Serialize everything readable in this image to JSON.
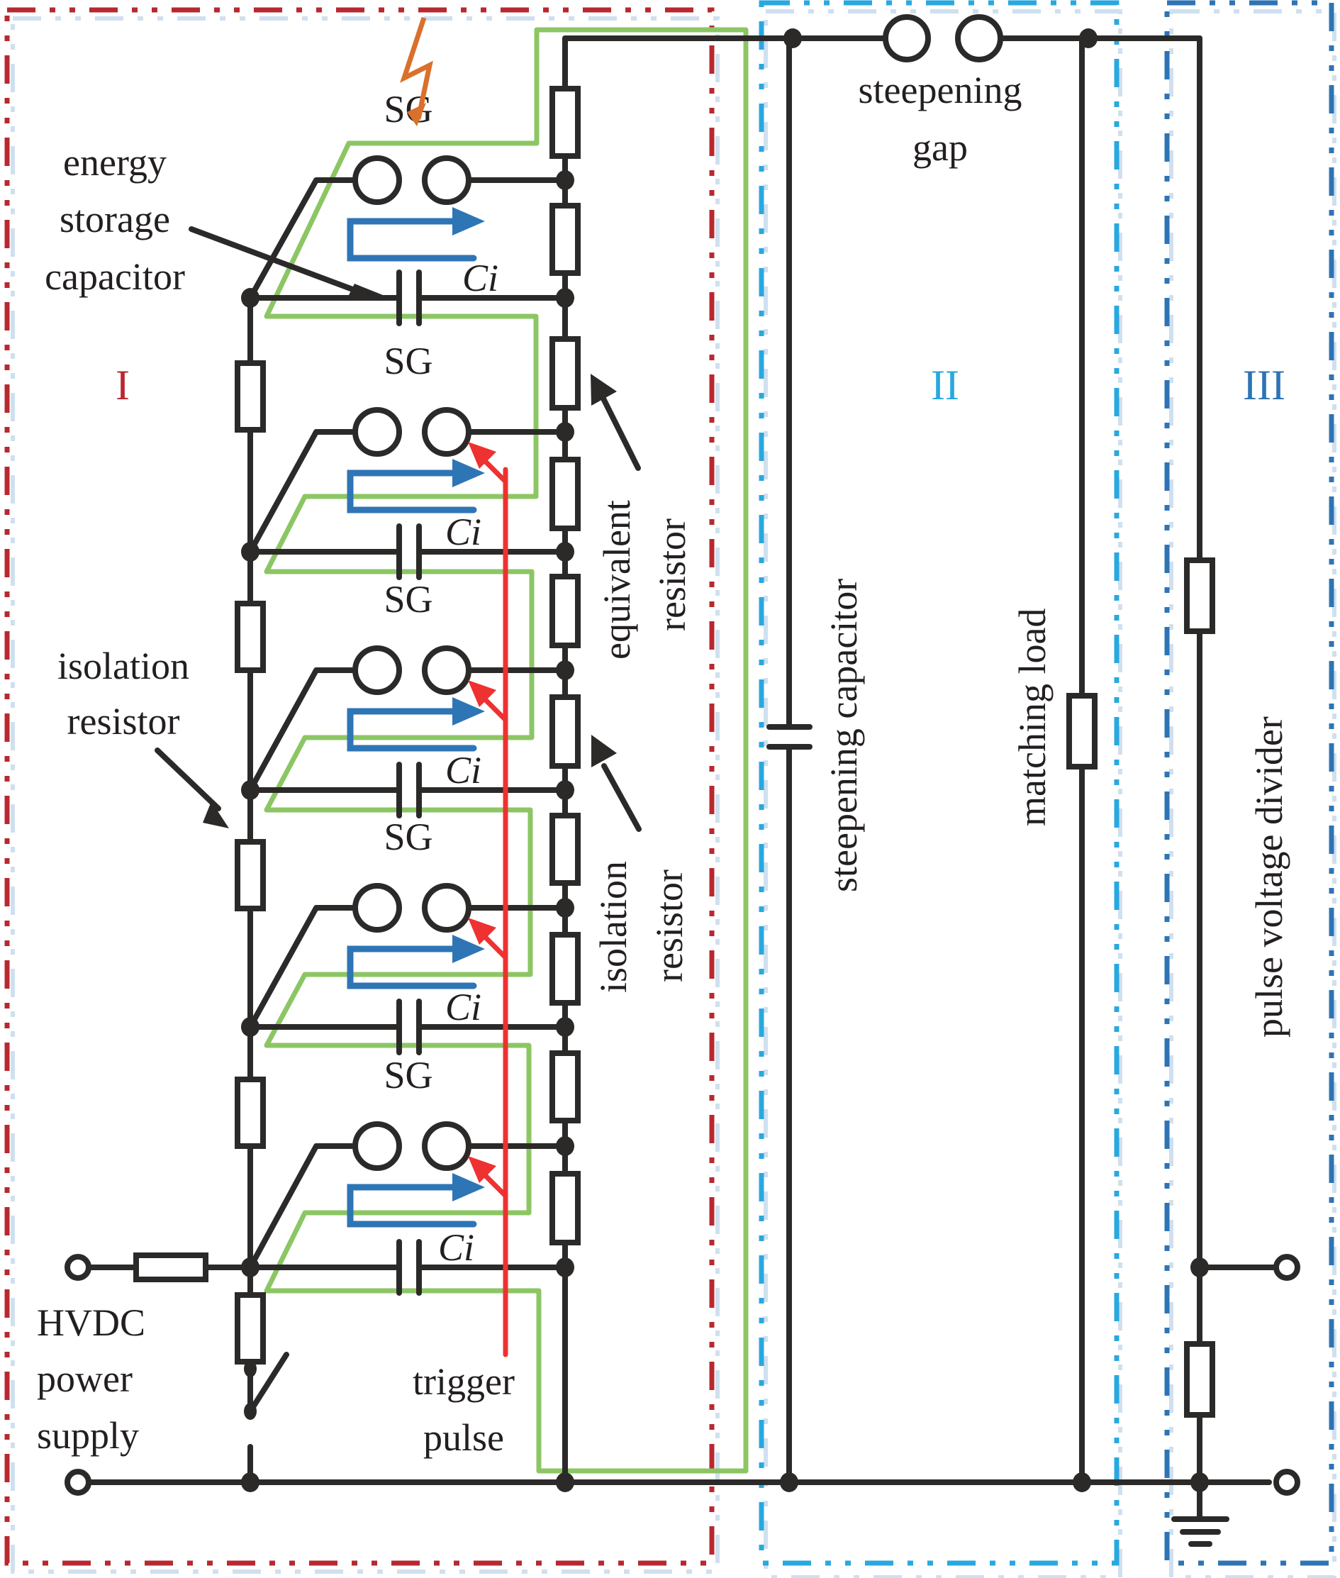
{
  "figure": {
    "title": "Marx generator circuit with steepening gap, matching load and pulse voltage divider",
    "regions": [
      {
        "id": "I",
        "label": "I",
        "color": "#b8282f"
      },
      {
        "id": "II",
        "label": "II",
        "color": "#29a8e0"
      },
      {
        "id": "III",
        "label": "III",
        "color": "#2e74b5"
      }
    ],
    "stage_count": 5,
    "stages": [
      {
        "gap_label": "SG",
        "cap_label": "Ci",
        "trigger": false
      },
      {
        "gap_label": "SG",
        "cap_label": "Ci",
        "trigger": true
      },
      {
        "gap_label": "SG",
        "cap_label": "Ci",
        "trigger": true
      },
      {
        "gap_label": "SG",
        "cap_label": "Ci",
        "trigger": true
      },
      {
        "gap_label": "SG",
        "cap_label": "Ci",
        "trigger": true
      }
    ],
    "labels": {
      "energy_storage_capacitor": [
        "energy",
        "storage",
        "capacitor"
      ],
      "isolation_resistor_left": [
        "isolation",
        "resistor"
      ],
      "hvdc_power_supply": [
        "HVDC",
        "power",
        "supply"
      ],
      "trigger_pulse": [
        "trigger",
        "pulse"
      ],
      "steepening_gap": [
        "steepening",
        "gap"
      ],
      "equivalent_resistor": [
        "equivalent",
        "resistor"
      ],
      "isolation_resistor_right": [
        "isolation",
        "resistor"
      ],
      "steepening_capacitor": "steepening capacitor",
      "matching_load": "matching load",
      "pulse_voltage_divider": "pulse voltage divider"
    },
    "colors": {
      "wire": "#2b2a29",
      "discharge_loop": "#8cc664",
      "current_arrow": "#2e75b6",
      "trigger_line": "#ee3131",
      "lightning": "#d9702c"
    }
  }
}
